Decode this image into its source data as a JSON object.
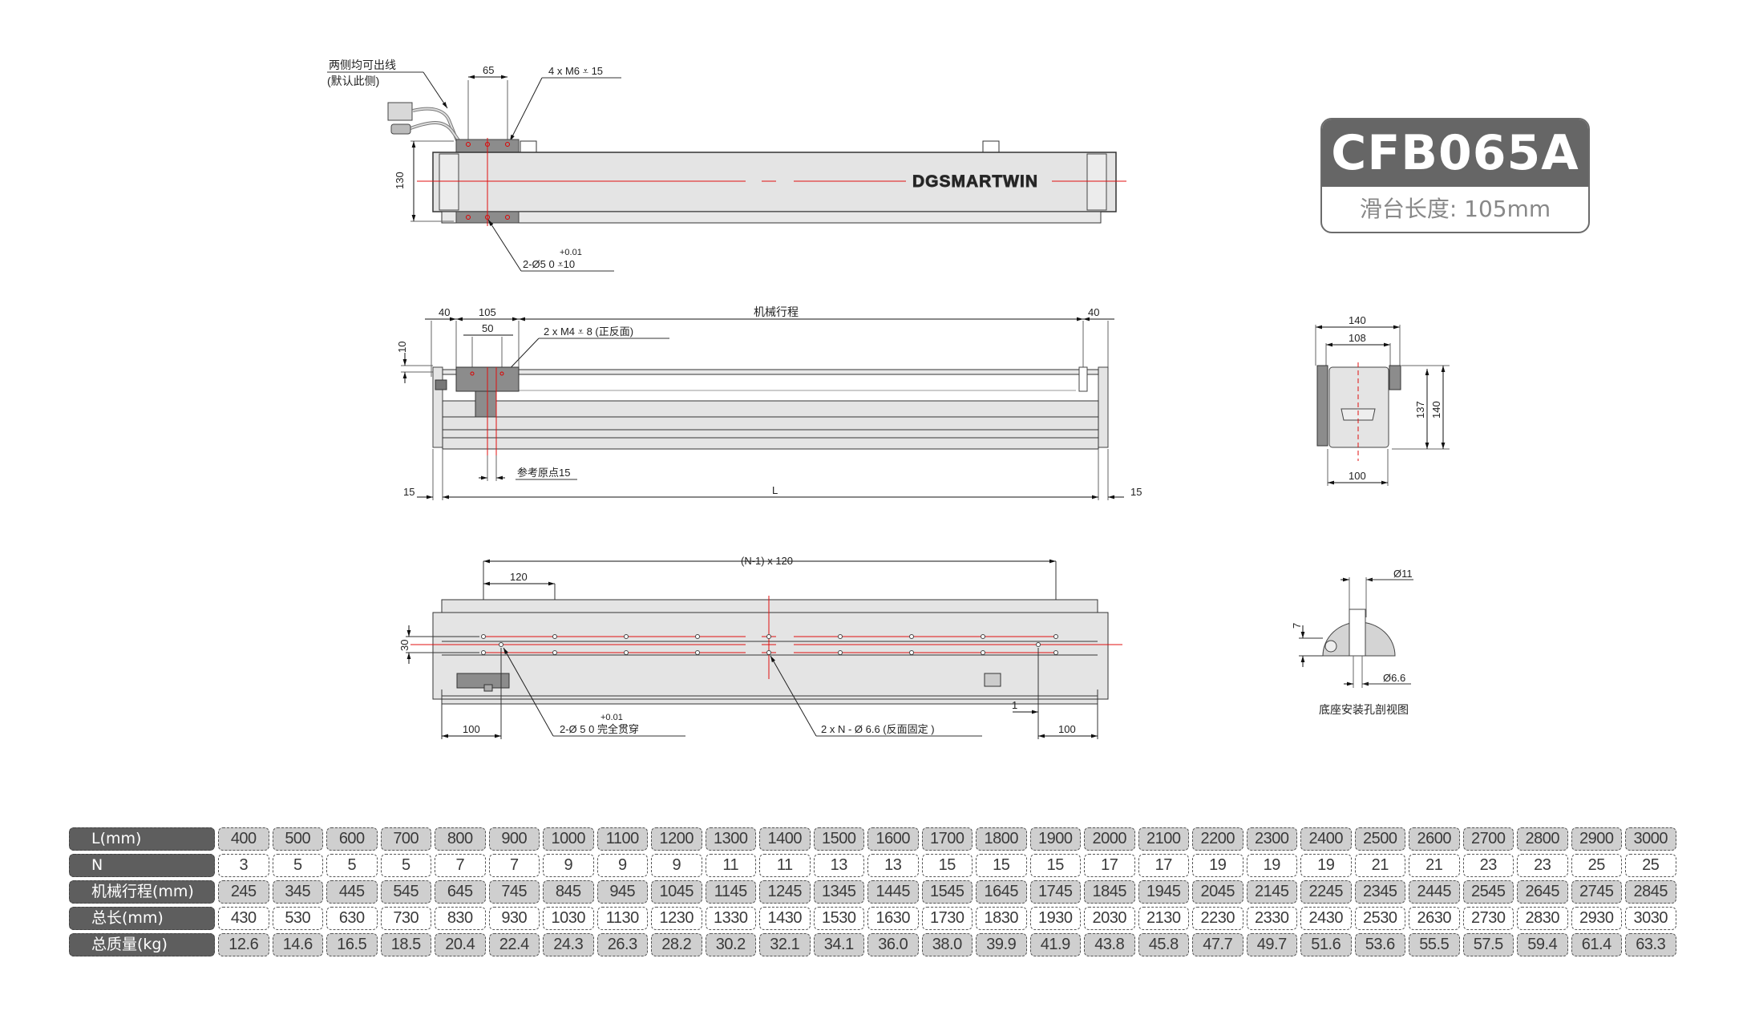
{
  "badge": {
    "model": "CFB065A",
    "subtitle": "滑台长度: 105mm"
  },
  "top_view": {
    "cable_note_line1": "两侧均可出线",
    "cable_note_line2": "(默认此侧)",
    "dim_65": "65",
    "hole_note_m6": "4 x M6 ⩡ 15",
    "dim_130": "130",
    "brand_logo": "DGSMARTWIN",
    "pin_tolerance": "+0.01",
    "pin_note": "2-Ø5  0   ⩡10"
  },
  "side_view": {
    "dim_40_left": "40",
    "dim_105": "105",
    "dim_50": "50",
    "stroke_label": "机械行程",
    "dim_40_right": "40",
    "hole_note_m4": "2 x M4 ⩡ 8 (正反面)",
    "dim_10": "10",
    "ref_origin": "参考原点15",
    "dim_15_left": "15",
    "dim_L": "L",
    "dim_15_right": "15"
  },
  "bottom_view": {
    "pitch_total": "(N-1) x 120",
    "pitch": "120",
    "dim_30": "30",
    "dim_100_left": "100",
    "pin_tolerance": "+0.01",
    "pin_note": "2-Ø 5  0    完全贯穿",
    "mount_note": "2 x N - Ø 6.6 (反面固定 )",
    "dim_1": "1",
    "dim_100_right": "100"
  },
  "end_view": {
    "dim_140_w": "140",
    "dim_108": "108",
    "dim_137": "137",
    "dim_140_h": "140",
    "dim_100": "100"
  },
  "section_view": {
    "dim_d11": "Ø11",
    "dim_7": "7",
    "dim_d66": "Ø6.6",
    "caption": "底座安装孔剖视图"
  },
  "spec_table": {
    "headers": [
      "L(mm)",
      "N",
      "机械行程(mm)",
      "总长(mm)",
      "总质量(kg)"
    ],
    "rows": [
      [
        "400",
        "500",
        "600",
        "700",
        "800",
        "900",
        "1000",
        "1100",
        "1200",
        "1300",
        "1400",
        "1500",
        "1600",
        "1700",
        "1800",
        "1900",
        "2000",
        "2100",
        "2200",
        "2300",
        "2400",
        "2500",
        "2600",
        "2700",
        "2800",
        "2900",
        "3000"
      ],
      [
        "3",
        "5",
        "5",
        "5",
        "7",
        "7",
        "9",
        "9",
        "9",
        "11",
        "11",
        "13",
        "13",
        "15",
        "15",
        "15",
        "17",
        "17",
        "19",
        "19",
        "19",
        "21",
        "21",
        "23",
        "23",
        "25",
        "25"
      ],
      [
        "245",
        "345",
        "445",
        "545",
        "645",
        "745",
        "845",
        "945",
        "1045",
        "1145",
        "1245",
        "1345",
        "1445",
        "1545",
        "1645",
        "1745",
        "1845",
        "1945",
        "2045",
        "2145",
        "2245",
        "2345",
        "2445",
        "2545",
        "2645",
        "2745",
        "2845"
      ],
      [
        "430",
        "530",
        "630",
        "730",
        "830",
        "930",
        "1030",
        "1130",
        "1230",
        "1330",
        "1430",
        "1530",
        "1630",
        "1730",
        "1830",
        "1930",
        "2030",
        "2130",
        "2230",
        "2330",
        "2430",
        "2530",
        "2630",
        "2730",
        "2830",
        "2930",
        "3030"
      ],
      [
        "12.6",
        "14.6",
        "16.5",
        "18.5",
        "20.4",
        "22.4",
        "24.3",
        "26.3",
        "28.2",
        "30.2",
        "32.1",
        "34.1",
        "36.0",
        "38.0",
        "39.9",
        "41.9",
        "43.8",
        "45.8",
        "47.7",
        "49.7",
        "51.6",
        "53.6",
        "55.5",
        "57.5",
        "59.4",
        "61.4",
        "63.3"
      ]
    ]
  },
  "colors": {
    "badge_dark": "#666666",
    "table_head": "#5e5e5e",
    "table_shade": "#cfcfcf",
    "centerline_red": "#e01010",
    "body_gray": "#e4e4e4",
    "carriage_gray": "#8c8c8c"
  }
}
